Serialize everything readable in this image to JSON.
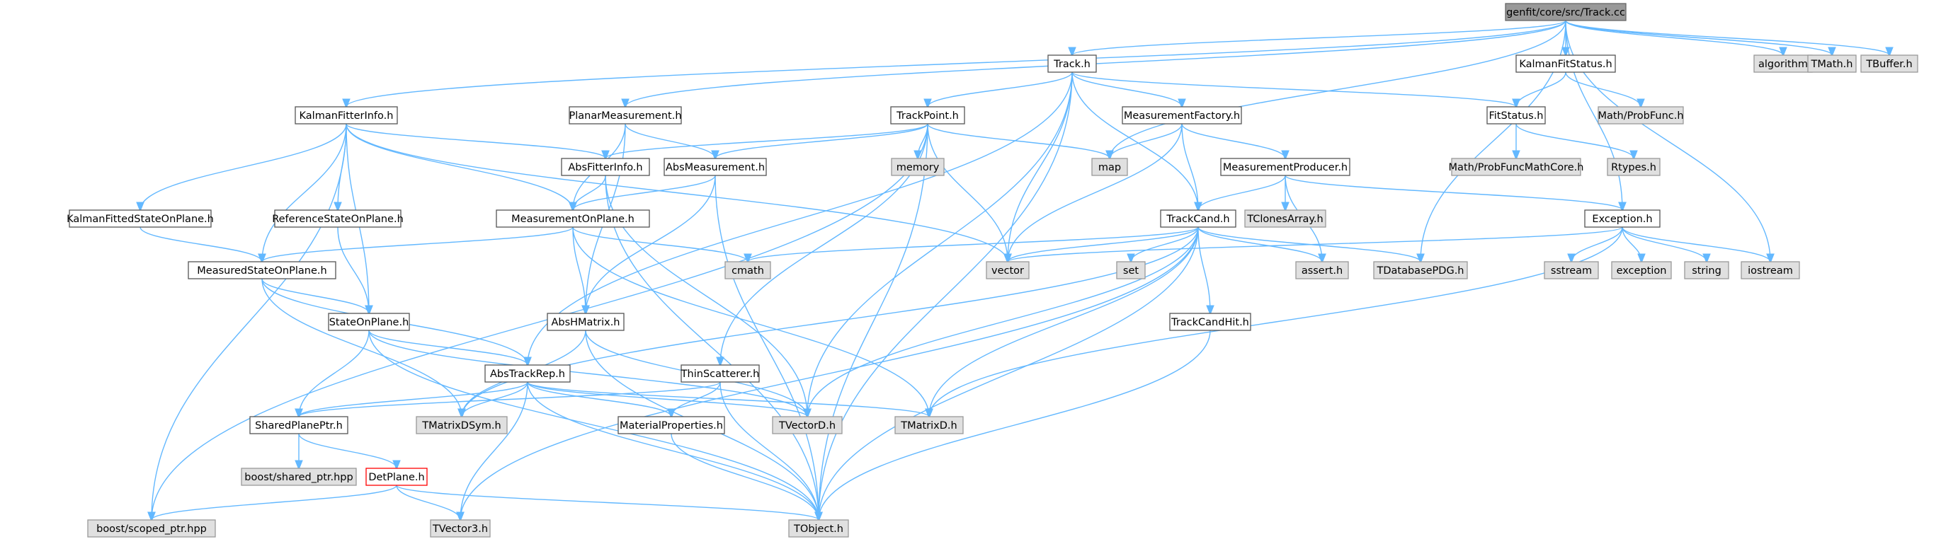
{
  "graph": {
    "edge_color": "#63b8ff",
    "nodes": [
      {
        "id": "root",
        "label": "genfit/core/src/Track.cc",
        "kind": "root"
      },
      {
        "id": "trackh",
        "label": "Track.h",
        "kind": "local"
      },
      {
        "id": "kfsh",
        "label": "KalmanFitStatus.h",
        "kind": "local"
      },
      {
        "id": "algorithm",
        "label": "algorithm",
        "kind": "system"
      },
      {
        "id": "tmath",
        "label": "TMath.h",
        "kind": "system"
      },
      {
        "id": "tbuffer",
        "label": "TBuffer.h",
        "kind": "system"
      },
      {
        "id": "kfih",
        "label": "KalmanFitterInfo.h",
        "kind": "local"
      },
      {
        "id": "pmh",
        "label": "PlanarMeasurement.h",
        "kind": "local"
      },
      {
        "id": "tph",
        "label": "TrackPoint.h",
        "kind": "local"
      },
      {
        "id": "mfh",
        "label": "MeasurementFactory.h",
        "kind": "local"
      },
      {
        "id": "fsh",
        "label": "FitStatus.h",
        "kind": "local"
      },
      {
        "id": "mpfh",
        "label": "Math/ProbFunc.h",
        "kind": "system"
      },
      {
        "id": "afih",
        "label": "AbsFitterInfo.h",
        "kind": "local"
      },
      {
        "id": "amh",
        "label": "AbsMeasurement.h",
        "kind": "local"
      },
      {
        "id": "memory",
        "label": "memory",
        "kind": "system"
      },
      {
        "id": "map",
        "label": "map",
        "kind": "system"
      },
      {
        "id": "mph",
        "label": "MeasurementProducer.h",
        "kind": "local"
      },
      {
        "id": "mpfmch",
        "label": "Math/ProbFuncMathCore.h",
        "kind": "system"
      },
      {
        "id": "rtypes",
        "label": "Rtypes.h",
        "kind": "system"
      },
      {
        "id": "kfsoph",
        "label": "KalmanFittedStateOnPlane.h",
        "kind": "local"
      },
      {
        "id": "rsoph",
        "label": "ReferenceStateOnPlane.h",
        "kind": "local"
      },
      {
        "id": "moph",
        "label": "MeasurementOnPlane.h",
        "kind": "local"
      },
      {
        "id": "tch",
        "label": "TrackCand.h",
        "kind": "local"
      },
      {
        "id": "tclones",
        "label": "TClonesArray.h",
        "kind": "system"
      },
      {
        "id": "exch",
        "label": "Exception.h",
        "kind": "local"
      },
      {
        "id": "msoph",
        "label": "MeasuredStateOnPlane.h",
        "kind": "local"
      },
      {
        "id": "cmath",
        "label": "cmath",
        "kind": "system"
      },
      {
        "id": "vector",
        "label": "vector",
        "kind": "system"
      },
      {
        "id": "set",
        "label": "set",
        "kind": "system"
      },
      {
        "id": "asserth",
        "label": "assert.h",
        "kind": "system"
      },
      {
        "id": "tdbpdg",
        "label": "TDatabasePDG.h",
        "kind": "system"
      },
      {
        "id": "sstream",
        "label": "sstream",
        "kind": "system"
      },
      {
        "id": "exception",
        "label": "exception",
        "kind": "system"
      },
      {
        "id": "string",
        "label": "string",
        "kind": "system"
      },
      {
        "id": "iostream",
        "label": "iostream",
        "kind": "system"
      },
      {
        "id": "soph",
        "label": "StateOnPlane.h",
        "kind": "local"
      },
      {
        "id": "ahmh",
        "label": "AbsHMatrix.h",
        "kind": "local"
      },
      {
        "id": "tchit",
        "label": "TrackCandHit.h",
        "kind": "local"
      },
      {
        "id": "atrh",
        "label": "AbsTrackRep.h",
        "kind": "local"
      },
      {
        "id": "tsh",
        "label": "ThinScatterer.h",
        "kind": "local"
      },
      {
        "id": "sppt",
        "label": "SharedPlanePtr.h",
        "kind": "local"
      },
      {
        "id": "tmds",
        "label": "TMatrixDSym.h",
        "kind": "system"
      },
      {
        "id": "matph",
        "label": "MaterialProperties.h",
        "kind": "local"
      },
      {
        "id": "tvecd",
        "label": "TVectorD.h",
        "kind": "system"
      },
      {
        "id": "tmatd",
        "label": "TMatrixD.h",
        "kind": "system"
      },
      {
        "id": "bsp",
        "label": "boost/shared_ptr.hpp",
        "kind": "system"
      },
      {
        "id": "dph",
        "label": "DetPlane.h",
        "kind": "red"
      },
      {
        "id": "bscp",
        "label": "boost/scoped_ptr.hpp",
        "kind": "system"
      },
      {
        "id": "tvec3",
        "label": "TVector3.h",
        "kind": "system"
      },
      {
        "id": "tobj",
        "label": "TObject.h",
        "kind": "system"
      }
    ],
    "edges": [
      [
        "root",
        "trackh"
      ],
      [
        "root",
        "kfsh"
      ],
      [
        "root",
        "algorithm"
      ],
      [
        "root",
        "tmath"
      ],
      [
        "root",
        "tbuffer"
      ],
      [
        "root",
        "kfih"
      ],
      [
        "root",
        "pmh"
      ],
      [
        "root",
        "map"
      ],
      [
        "root",
        "tdbpdg"
      ],
      [
        "root",
        "exch"
      ],
      [
        "root",
        "iostream"
      ],
      [
        "trackh",
        "tph"
      ],
      [
        "trackh",
        "mfh"
      ],
      [
        "trackh",
        "fsh"
      ],
      [
        "trackh",
        "tch"
      ],
      [
        "trackh",
        "atrh"
      ],
      [
        "trackh",
        "vector"
      ],
      [
        "trackh",
        "tvecd"
      ],
      [
        "trackh",
        "tobj"
      ],
      [
        "kfsh",
        "fsh"
      ],
      [
        "kfsh",
        "mpfh"
      ],
      [
        "fsh",
        "mpfmch"
      ],
      [
        "fsh",
        "rtypes"
      ],
      [
        "kfih",
        "afih"
      ],
      [
        "kfih",
        "kfsoph"
      ],
      [
        "kfih",
        "rsoph"
      ],
      [
        "kfih",
        "moph"
      ],
      [
        "kfih",
        "msoph"
      ],
      [
        "kfih",
        "soph"
      ],
      [
        "kfih",
        "vector"
      ],
      [
        "kfih",
        "bscp"
      ],
      [
        "pmh",
        "amh"
      ],
      [
        "pmh",
        "moph"
      ],
      [
        "pmh",
        "ahmh"
      ],
      [
        "tph",
        "afih"
      ],
      [
        "tph",
        "amh"
      ],
      [
        "tph",
        "tsh"
      ],
      [
        "tph",
        "memory"
      ],
      [
        "tph",
        "map"
      ],
      [
        "tph",
        "vector"
      ],
      [
        "tph",
        "tobj"
      ],
      [
        "tph",
        "bscp"
      ],
      [
        "mfh",
        "mph"
      ],
      [
        "mfh",
        "tch"
      ],
      [
        "mfh",
        "map"
      ],
      [
        "mfh",
        "vector"
      ],
      [
        "mph",
        "tch"
      ],
      [
        "mph",
        "tclones"
      ],
      [
        "mph",
        "asserth"
      ],
      [
        "mph",
        "exch"
      ],
      [
        "afih",
        "moph"
      ],
      [
        "afih",
        "tvecd"
      ],
      [
        "afih",
        "tobj"
      ],
      [
        "amh",
        "moph"
      ],
      [
        "amh",
        "ahmh"
      ],
      [
        "amh",
        "tobj"
      ],
      [
        "moph",
        "msoph"
      ],
      [
        "moph",
        "ahmh"
      ],
      [
        "moph",
        "cmath"
      ],
      [
        "moph",
        "tmatd"
      ],
      [
        "kfsoph",
        "msoph"
      ],
      [
        "rsoph",
        "soph"
      ],
      [
        "msoph",
        "soph"
      ],
      [
        "msoph",
        "atrh"
      ],
      [
        "msoph",
        "tmds"
      ],
      [
        "tch",
        "tchit"
      ],
      [
        "tch",
        "cmath"
      ],
      [
        "tch",
        "vector"
      ],
      [
        "tch",
        "set"
      ],
      [
        "tch",
        "asserth"
      ],
      [
        "tch",
        "tdbpdg"
      ],
      [
        "tch",
        "tvecd"
      ],
      [
        "tch",
        "tmatd"
      ],
      [
        "tch",
        "tvec3"
      ],
      [
        "tch",
        "tmds"
      ],
      [
        "tch",
        "tobj"
      ],
      [
        "tchit",
        "tobj"
      ],
      [
        "exch",
        "vector"
      ],
      [
        "exch",
        "sstream"
      ],
      [
        "exch",
        "exception"
      ],
      [
        "exch",
        "string"
      ],
      [
        "exch",
        "iostream"
      ],
      [
        "exch",
        "tmatd"
      ],
      [
        "soph",
        "atrh"
      ],
      [
        "soph",
        "sppt"
      ],
      [
        "soph",
        "tvecd"
      ],
      [
        "soph",
        "tobj"
      ],
      [
        "ahmh",
        "tmds"
      ],
      [
        "ahmh",
        "tvecd"
      ],
      [
        "ahmh",
        "tobj"
      ],
      [
        "atrh",
        "sppt"
      ],
      [
        "atrh",
        "tmds"
      ],
      [
        "atrh",
        "matph"
      ],
      [
        "atrh",
        "tvecd"
      ],
      [
        "atrh",
        "tmatd"
      ],
      [
        "atrh",
        "tvec3"
      ],
      [
        "atrh",
        "tobj"
      ],
      [
        "tsh",
        "sppt"
      ],
      [
        "tsh",
        "matph"
      ],
      [
        "tsh",
        "tobj"
      ],
      [
        "matph",
        "tobj"
      ],
      [
        "sppt",
        "bsp"
      ],
      [
        "sppt",
        "dph"
      ],
      [
        "dph",
        "bscp"
      ],
      [
        "dph",
        "tvec3"
      ],
      [
        "dph",
        "tobj"
      ]
    ]
  }
}
